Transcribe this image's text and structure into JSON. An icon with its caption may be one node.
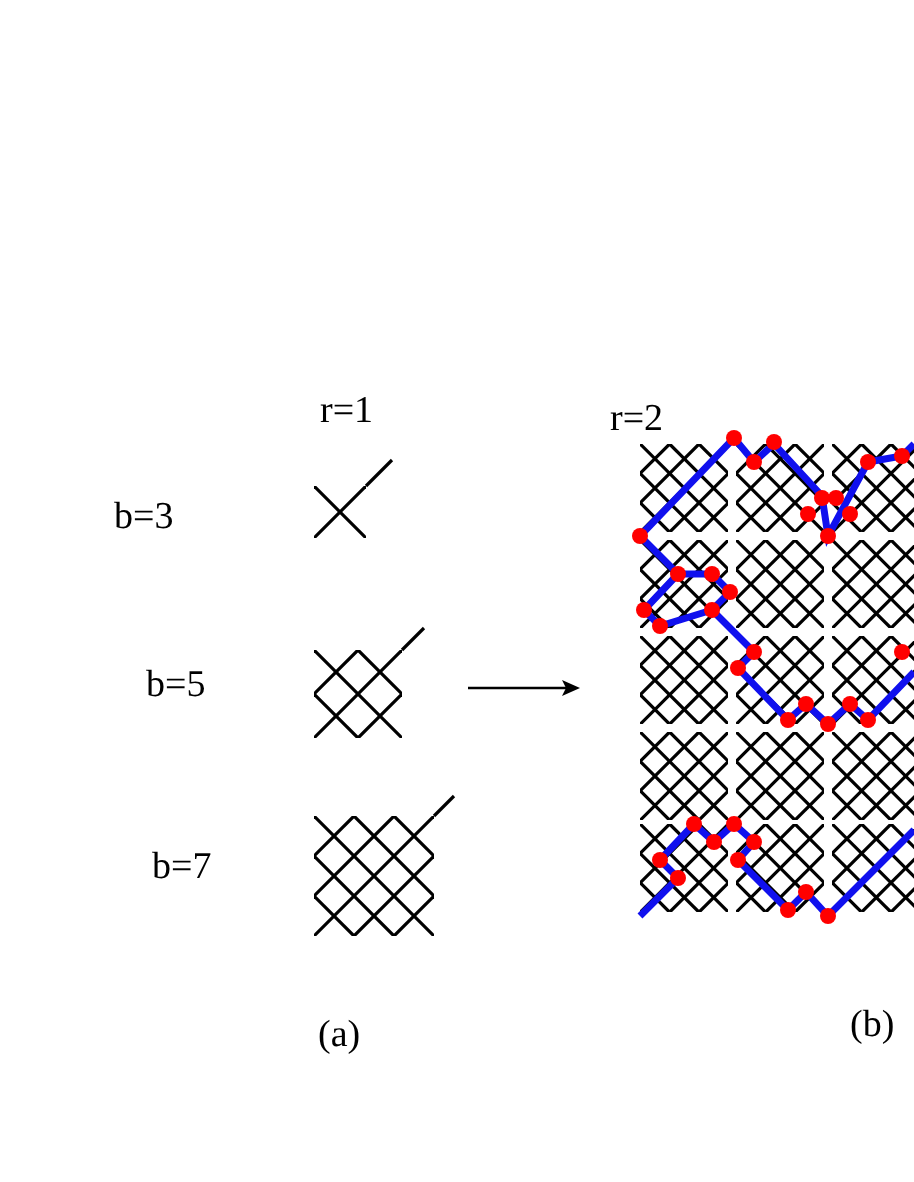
{
  "diagram": {
    "labels": [
      "r=1",
      "r=2",
      "b=3",
      "b=5",
      "b=7",
      "(a)",
      "(b)"
    ]
  }
}
